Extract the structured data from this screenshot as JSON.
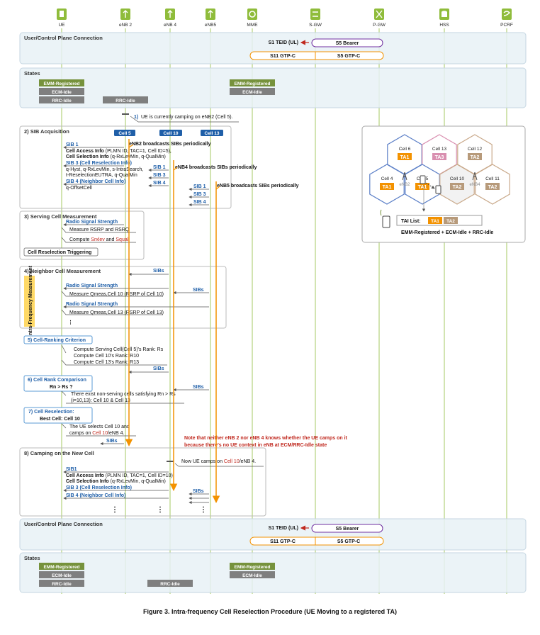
{
  "nodes": [
    {
      "id": "ue",
      "label": "UE",
      "icon": "phone-icon"
    },
    {
      "id": "enb2",
      "label": "eNB 2",
      "icon": "antenna-icon"
    },
    {
      "id": "enb4",
      "label": "eNB 4",
      "icon": "antenna-icon"
    },
    {
      "id": "enb5",
      "label": "eNB5",
      "icon": "antenna-icon"
    },
    {
      "id": "mme",
      "label": "MME",
      "icon": "gear-icon"
    },
    {
      "id": "sgw",
      "label": "S-GW",
      "icon": "router-icon"
    },
    {
      "id": "pgw",
      "label": "P-GW",
      "icon": "router-icon"
    },
    {
      "id": "hss",
      "label": "HSS",
      "icon": "database-icon"
    },
    {
      "id": "pcrf",
      "label": "PCRF",
      "icon": "policy-icon"
    }
  ],
  "colors": {
    "green": "#76923c",
    "gray": "#7f7f7f",
    "blue": "#1f5fa8",
    "orange": "#f39200",
    "red": "#c0281e",
    "node": "#8fbc3b"
  },
  "top_connection": {
    "title": "User/Control Plane Connection",
    "s1": "S1 TEID (UL)",
    "s5_bearer": "S5 Bearer",
    "s11": "S11 GTP-C",
    "s5_gtpc": "S5 GTP-C"
  },
  "top_states": {
    "title": "States",
    "ue_emm": "EMM-Registered",
    "ue_ecm": "ECM-Idle",
    "ue_rrc": "RRC-Idle",
    "enb_rrc": "RRC-Idle",
    "mme_emm": "EMM-Registered",
    "mme_ecm": "ECM-Idle"
  },
  "step1": {
    "num": "1)",
    "text": "UE is currently camping on eNB2 (Cell 5)."
  },
  "step2": {
    "title": "2) SIB Acquisition",
    "cell5": "Cell 5",
    "cell10": "Cell 10",
    "cell13": "Cell 13",
    "enb2_note": "eNB2 broadcasts SIBs periodically",
    "sib1": "SIB 1",
    "cai_b": "Cell Access Info",
    "cai": " (PLMN ID, TAC=1, Cell ID=5),",
    "csi_b": "Cell Selection Info",
    "csi": " (q-RxLevMin, q-QualMin)",
    "sib3": "SIB 3 (Cell Reselection Info)",
    "sib3_l1": "q-Hyst, q-RxLevMin, s-IntraSearch,",
    "sib3_l2": "t-ReselectionEUTRA, q-QualMin",
    "sib4": "SIB 4 (Neighbor Cell Info)",
    "sib4_l1": "q-OffsetCell",
    "enb4_sib1": "SIB 1",
    "enb4_sib3": "SIB 3",
    "enb4_sib4": "SIB 4",
    "enb4_note": "eNB4 broadcasts SIBs periodically",
    "enb5_sib1": "SIB 1",
    "enb5_sib3": "SIB 3",
    "enb5_sib4": "SIB 4",
    "enb5_note": "eNB5 broadcasts SIBs periodically"
  },
  "cell_map": {
    "cells": [
      {
        "name": "Cell 6",
        "ta": "TA1"
      },
      {
        "name": "Cell 13",
        "ta": "TA3"
      },
      {
        "name": "Cell 12",
        "ta": "TA2"
      },
      {
        "name": "Cell 4",
        "ta": "TA1"
      },
      {
        "name": "Cell 5",
        "ta": "TA1"
      },
      {
        "name": "Cell 10",
        "ta": "TA2"
      },
      {
        "name": "Cell 11",
        "ta": "TA2"
      }
    ],
    "enb2": "eNB2",
    "enb4": "eNB4",
    "tai_label": "TAI List:",
    "tai1": "TA1",
    "tai2": "TA2",
    "state": "EMM-Registered + ECM-Idle + RRC-Idle"
  },
  "step3": {
    "title": "3) Serving Cell Measurement",
    "signal": "Radio Signal Strength",
    "measure": "Measure RSRP and RSRQ",
    "compute_pre": "Compute ",
    "srxlev": "Srxlev",
    "and": " and ",
    "squal": "Squal",
    "trigger": "Cell Reselection Triggering"
  },
  "step4": {
    "title": "4) Neighbor Cell Measurement",
    "side": "Intra-Frequency Measurement",
    "sibs_a": "SIBs",
    "sibs_b": "SIBs",
    "signal1": "Radio Signal Strength",
    "measure1": "Measure Qmeas,Cell 10 (RSRP of Cell 10)",
    "signal2": "Radio Signal Strength",
    "measure2": "Measure Qmeas,Cell 13 (RSRP of Cell 13)",
    "dots": "⋮"
  },
  "step5": {
    "title": "5) Cell-Ranking Criterion",
    "l1": "Compute Serving Cell(Cell 5)'s Rank: Rs",
    "l2": "Compute Cell 10's Rank:  R10",
    "l3": "Compute Cell 13's Rank:  R13",
    "sibs": "SIBs"
  },
  "step6": {
    "title": "6) Cell Rank Comparison",
    "cond": "Rn > Rs ?",
    "l1": "There exist non-serving cells satisfying Rn > Rs",
    "l2": "(i=10,13): Cell 10 & Cell 13",
    "sibs": "SIBs"
  },
  "step7": {
    "title": "7) Cell Reselection:",
    "best": "Best Cell: Cell 10",
    "l1": "The UE selects Cell 10 and",
    "l2_a": "camps on ",
    "l2_b": "Cell 10",
    "l2_c": "/eNB 4.",
    "sibs": "SIBs"
  },
  "note": {
    "l1": "Note that neither eNB 2 nor eNB 4 knows whether the UE camps on it",
    "l2": "because there's no UE context in eNB at ECM/RRC-Idle state"
  },
  "step8": {
    "title": "8) Camping on the New Cell",
    "msg_a": "Now UE camps on ",
    "msg_b": "Cell 10",
    "msg_c": "/eNB 4.",
    "sib1": "SIB1",
    "cai_b": "Cell Access Info",
    "cai": " (PLMN ID, TAC=1, Cell ID=10),",
    "csi_b": "Cell Selection Info",
    "csi": " (q-RxLevMin, q-QualMin)",
    "sib3": "SIB 3 (Cell Reselection Info)",
    "sib4": "SIB 4 (Neighbor Cell Info)",
    "sibs": "SIBs"
  },
  "bottom_connection": {
    "title": "User/Control Plane Connection",
    "s1": "S1 TEID (UL)",
    "s5_bearer": "S5 Bearer",
    "s11": "S11 GTP-C",
    "s5_gtpc": "S5 GTP-C"
  },
  "bottom_states": {
    "title": "States",
    "ue_emm": "EMM-Registered",
    "ue_ecm": "ECM-Idle",
    "ue_rrc": "RRC-Idle",
    "enb_rrc": "RRC-Idle",
    "mme_emm": "EMM-Registered",
    "mme_ecm": "ECM-Idle"
  },
  "caption": "Figure 3. Intra-frequency Cell Reselection Procedure (UE Moving to a registered TA)"
}
